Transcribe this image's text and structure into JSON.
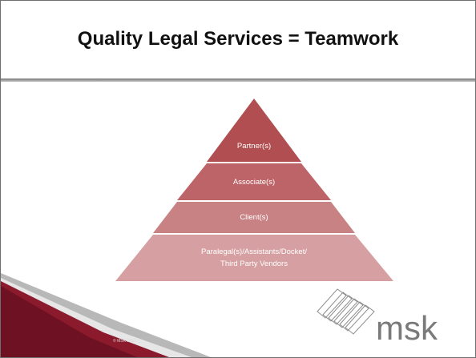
{
  "slide": {
    "title": "Quality Legal Services = Teamwork",
    "copyright": "© MSK 2017"
  },
  "pyramid": {
    "levels": [
      {
        "label": "Partner(s)",
        "color": "#b04e51"
      },
      {
        "label": "Associate(s)",
        "color": "#bd6468"
      },
      {
        "label": "Client(s)",
        "color": "#c98284"
      },
      {
        "label_line1": "Paralegal(s)/Assistants/Docket/",
        "label_line2": "Third Party Vendors",
        "color": "#d6a0a2"
      }
    ]
  },
  "logo": {
    "wordmark": "msk",
    "color": "#7a7a7a"
  },
  "accent": {
    "maroon": "#8a1a2c",
    "gray": "#9e9e9e"
  }
}
